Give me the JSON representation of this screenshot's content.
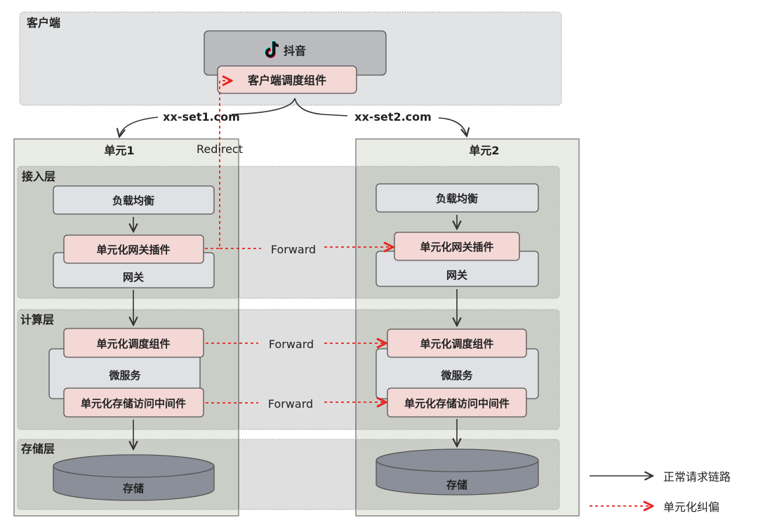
{
  "client": {
    "label": "客户端",
    "app_name": "抖音",
    "app_icon": "douyin-logo",
    "scheduler": "客户端调度组件"
  },
  "domains": [
    "xx-set1.com",
    "xx-set2.com"
  ],
  "redirect_label": "Redirect",
  "forward_label": "Forward",
  "layers": {
    "access": "接入层",
    "compute": "计算层",
    "storage": "存储层"
  },
  "units": [
    {
      "title": "单元1",
      "load_balancer": "负载均衡",
      "gateway_plugin": "单元化网关插件",
      "gateway": "网关",
      "scheduler": "单元化调度组件",
      "microservice": "微服务",
      "storage_middleware": "单元化存储访问中间件",
      "storage": "存储"
    },
    {
      "title": "单元2",
      "load_balancer": "负载均衡",
      "gateway_plugin": "单元化网关插件",
      "gateway": "网关",
      "scheduler": "单元化调度组件",
      "microservice": "微服务",
      "storage_middleware": "单元化存储访问中间件",
      "storage": "存储"
    }
  ],
  "legend": [
    {
      "label": "正常请求链路",
      "style": "solid-black-arrow"
    },
    {
      "label": "单元化纠偏",
      "style": "dashed-red-arrow"
    }
  ],
  "colors": {
    "unit_bg": "#e9ece4",
    "layer_bg": "#dfe1e3",
    "component_pink": "#f3d8d5",
    "component_grey": "#dfe1e5",
    "app_box": "#b9bbbf",
    "storage": "#8a8f99",
    "normal_arrow": "#333333",
    "correction_arrow": "#e8231f"
  }
}
